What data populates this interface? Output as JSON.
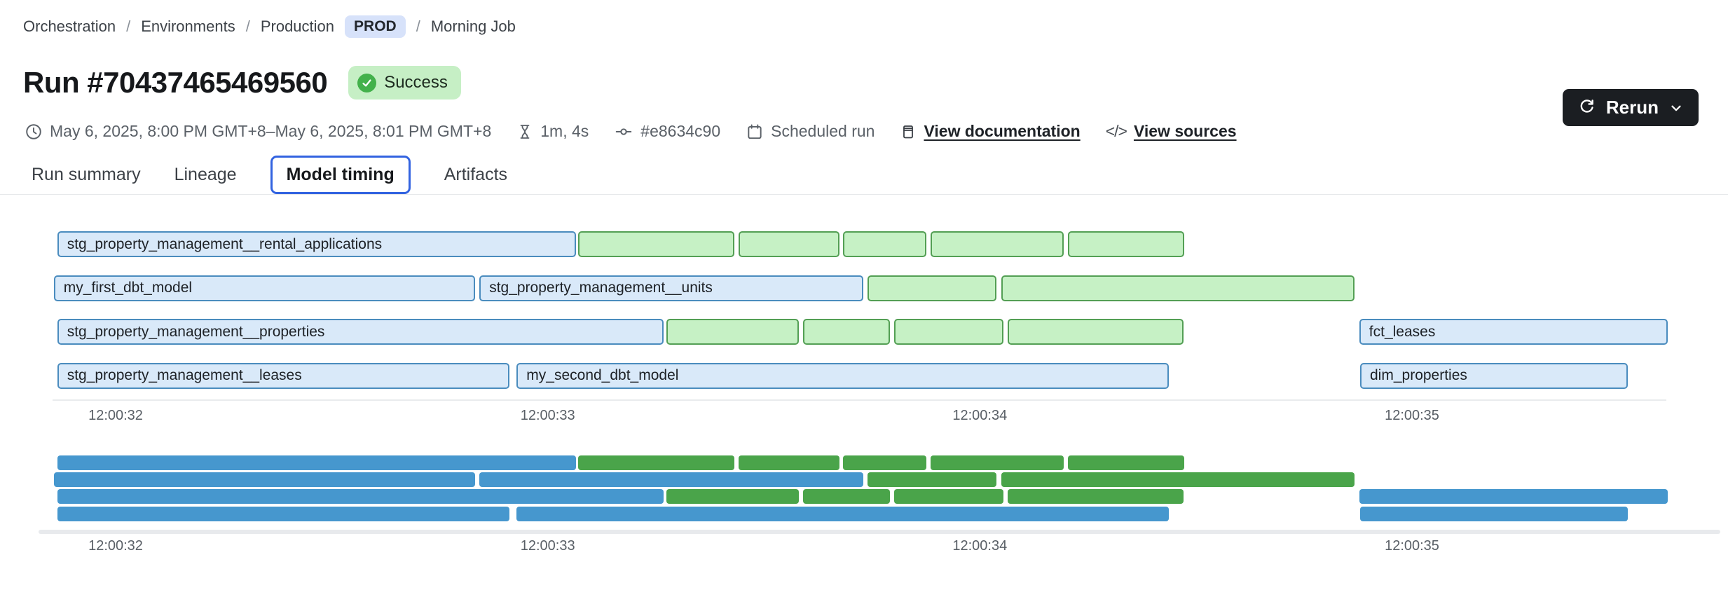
{
  "breadcrumb": {
    "items": [
      "Orchestration",
      "Environments",
      "Production"
    ],
    "env_badge": "PROD",
    "current": "Morning Job",
    "separator": "/"
  },
  "header": {
    "title": "Run #70437465469560",
    "status_label": "Success",
    "rerun_label": "Rerun"
  },
  "meta": {
    "time_range": "May 6, 2025, 8:00 PM GMT+8–May 6, 2025, 8:01 PM GMT+8",
    "duration": "1m, 4s",
    "commit_sha": "#e8634c90",
    "run_type": "Scheduled run",
    "documentation_link": "View documentation",
    "sources_link": "View sources",
    "code_glyph": "</>"
  },
  "tabs": [
    {
      "label": "Run summary",
      "selected": false
    },
    {
      "label": "Lineage",
      "selected": false
    },
    {
      "label": "Model timing",
      "selected": true
    },
    {
      "label": "Artifacts",
      "selected": false
    }
  ],
  "icons": {
    "time": "clock",
    "duration": "hourglass",
    "commit": "git-commit",
    "schedule": "calendar",
    "docs": "document",
    "sources": "code-brackets",
    "status": "check-circle",
    "rerun": "refresh",
    "rerun_caret": "chevron-down"
  },
  "colors": {
    "model_fill": "#d9e9f9",
    "model_border": "#4a8cbe",
    "other_fill": "#c6f1c5",
    "other_border": "#539f54",
    "minimap_model": "#4697ce",
    "minimap_other": "#4aa44a",
    "status_badge_bg": "#c6efc5",
    "status_icon_bg": "#43b14b",
    "env_badge_bg": "#d7e2fa",
    "tab_active_border": "#3263e0",
    "rerun_bg": "#1b1e22"
  },
  "chart_data": {
    "type": "gantt",
    "title": "Model timing",
    "x_axis": {
      "tick_labels": [
        "12:00:32",
        "12:00:33",
        "12:00:34",
        "12:00:35"
      ],
      "tick_seconds": [
        32,
        33,
        34,
        35
      ]
    },
    "rows": [
      {
        "bars": [
          {
            "label": "stg_property_management__rental_applications",
            "color": "blue",
            "start": 31.865,
            "end": 33.065
          },
          {
            "label": "",
            "color": "green",
            "start": 33.07,
            "end": 33.432
          },
          {
            "label": "",
            "color": "green",
            "start": 33.442,
            "end": 33.675
          },
          {
            "label": "",
            "color": "green",
            "start": 33.683,
            "end": 33.876
          },
          {
            "label": "",
            "color": "green",
            "start": 33.886,
            "end": 34.194
          },
          {
            "label": "",
            "color": "green",
            "start": 34.204,
            "end": 34.473
          }
        ]
      },
      {
        "bars": [
          {
            "label": "my_first_dbt_model",
            "color": "blue",
            "start": 31.857,
            "end": 32.832
          },
          {
            "label": "stg_property_management__units",
            "color": "blue",
            "start": 32.842,
            "end": 33.73
          },
          {
            "label": "",
            "color": "green",
            "start": 33.74,
            "end": 34.038
          },
          {
            "label": "",
            "color": "green",
            "start": 34.05,
            "end": 34.867
          }
        ]
      },
      {
        "bars": [
          {
            "label": "stg_property_management__properties",
            "color": "blue",
            "start": 31.865,
            "end": 33.268
          },
          {
            "label": "",
            "color": "green",
            "start": 33.275,
            "end": 33.581
          },
          {
            "label": "",
            "color": "green",
            "start": 33.591,
            "end": 33.792
          },
          {
            "label": "",
            "color": "green",
            "start": 33.802,
            "end": 34.055
          },
          {
            "label": "",
            "color": "green",
            "start": 34.064,
            "end": 34.471
          },
          {
            "label": "fct_leases",
            "color": "blue",
            "start": 34.878,
            "end": 35.592
          }
        ]
      },
      {
        "bars": [
          {
            "label": "stg_property_management__leases",
            "color": "blue",
            "start": 31.865,
            "end": 32.911
          },
          {
            "label": "my_second_dbt_model",
            "color": "blue",
            "start": 32.928,
            "end": 34.438
          },
          {
            "label": "dim_properties",
            "color": "blue",
            "start": 34.88,
            "end": 35.5
          }
        ]
      }
    ]
  }
}
